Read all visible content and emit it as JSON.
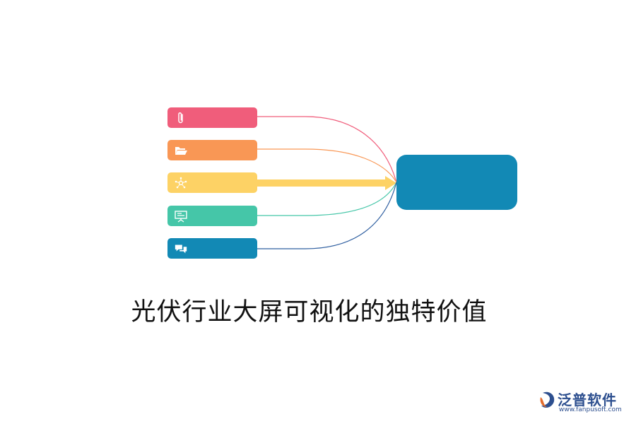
{
  "diagram": {
    "title": "光伏行业大屏可视化的独特价值",
    "colors": {
      "node_1": "#f05d7b",
      "node_2": "#f99755",
      "node_3": "#fdd265",
      "node_4": "#45c6a8",
      "node_5": "#1289b5",
      "hub": "#1289b5"
    },
    "nodes": [
      {
        "icon": "paperclip-icon"
      },
      {
        "icon": "folder-open-icon"
      },
      {
        "icon": "network-icon"
      },
      {
        "icon": "presentation-board-icon"
      },
      {
        "icon": "chat-bubbles-icon"
      }
    ]
  },
  "watermark": {
    "brand": "泛普软件",
    "url": "www.fanpusoft.com"
  }
}
